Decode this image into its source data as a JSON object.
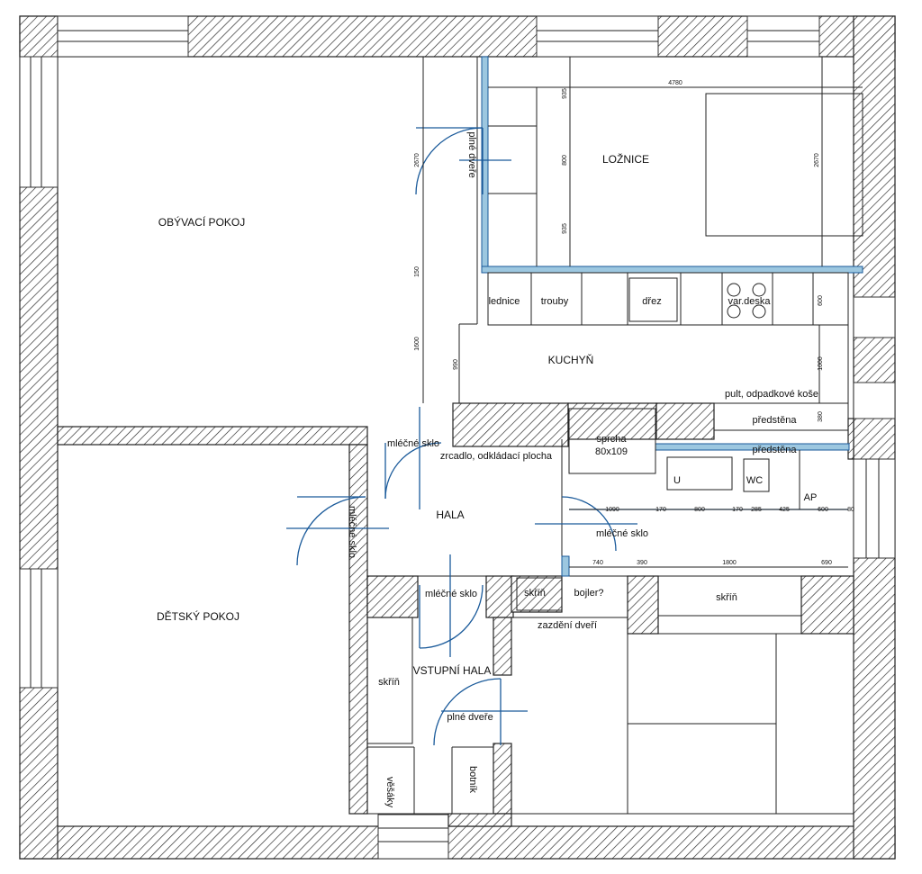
{
  "rooms": {
    "living_room": "OBÝVACÍ POKOJ",
    "children_room": "DĚTSKÝ POKOJ",
    "bedroom": "LOŽNICE",
    "kitchen": "KUCHYŇ",
    "hall": "HALA",
    "entrance_hall": "VSTUPNÍ HALA"
  },
  "fixtures": {
    "fridge": "lednice",
    "ovens": "trouby",
    "sink": "dřez",
    "hob": "var.deska",
    "counter_bins": "pult, odpadkové koše",
    "partition_1": "předstěna",
    "partition_2": "předstěna",
    "shower_title": "sprcha",
    "shower_size": "80x109",
    "mirror": "zrcadlo, odkládací plocha",
    "washbasin": "U",
    "wc": "WC",
    "ap": "AP",
    "wardrobe_hall": "skříň",
    "wardrobe_bath": "skříň",
    "wardrobe_entry": "skříň",
    "boiler": "bojler?",
    "walled_door": "zazdění dveří",
    "hangers": "věšáky",
    "shoe_cabinet": "botník"
  },
  "doors": {
    "solid_bedroom": "plné dveře",
    "solid_entry": "plné dveře",
    "frosted_hall_top": "mléčné sklo",
    "frosted_children": "mléčné sklo",
    "frosted_bath": "mléčné sklo",
    "frosted_entry": "mléčné sklo"
  },
  "dimensions": {
    "bedroom_width": "4780",
    "bedroom_depth": "2670",
    "bedroom_wall_1": "935",
    "bedroom_wall_2": "800",
    "bedroom_wall_3": "935",
    "corridor_1": "2670",
    "corridor_2": "150",
    "corridor_3": "1600",
    "kitchen_depth": "990",
    "kitchen_counter": "600",
    "kitchen_aisle": "1000",
    "partition_depth": "380",
    "bath_row_1": [
      "1090",
      "170",
      "800",
      "170",
      "285",
      "425",
      "600",
      "80"
    ],
    "bath_row_2": [
      "740",
      "390",
      "1800",
      "690"
    ]
  },
  "colors": {
    "wall_hatch": "#222222",
    "door_blue": "#1a5a9a",
    "new_partition": "#9cc7e0"
  }
}
